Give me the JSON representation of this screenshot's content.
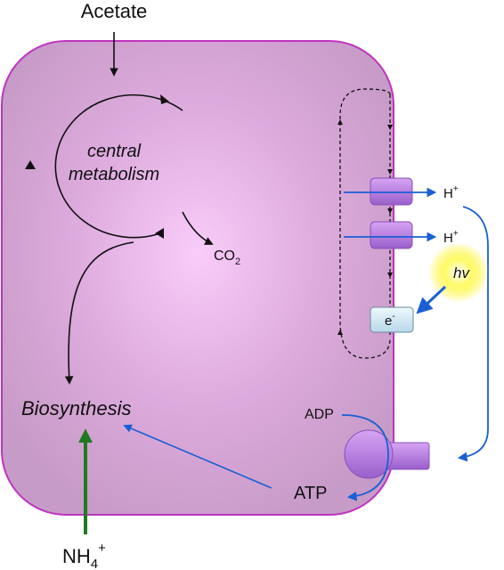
{
  "labels": {
    "acetate": "Acetate",
    "central_line1": "central",
    "central_line2": "metabolism",
    "co2": "CO",
    "co2_sub": "2",
    "biosynthesis": "Biosynthesis",
    "nh4": "NH",
    "nh4_sub": "4",
    "nh4_sup": "+",
    "hplus_top": "H",
    "hplus_top_sup": "+",
    "hplus_bottom": "H",
    "hplus_bottom_sup": "+",
    "light": "hv",
    "electron": "e",
    "electron_sup": "-",
    "adp": "ADP",
    "atp": "ATP"
  },
  "colors": {
    "cell_fill_center": "#f7c8f7",
    "cell_fill_edge": "#c79ac7",
    "cell_stroke": "#c033c0",
    "pump_fill": "#b77de0",
    "pump_stroke": "#8a4fb8",
    "electron_fill": "#d4eaf4",
    "flow_blue": "#1a5fd6",
    "nh4_green": "#1f7a1f",
    "sun_glow": "#fff200"
  }
}
